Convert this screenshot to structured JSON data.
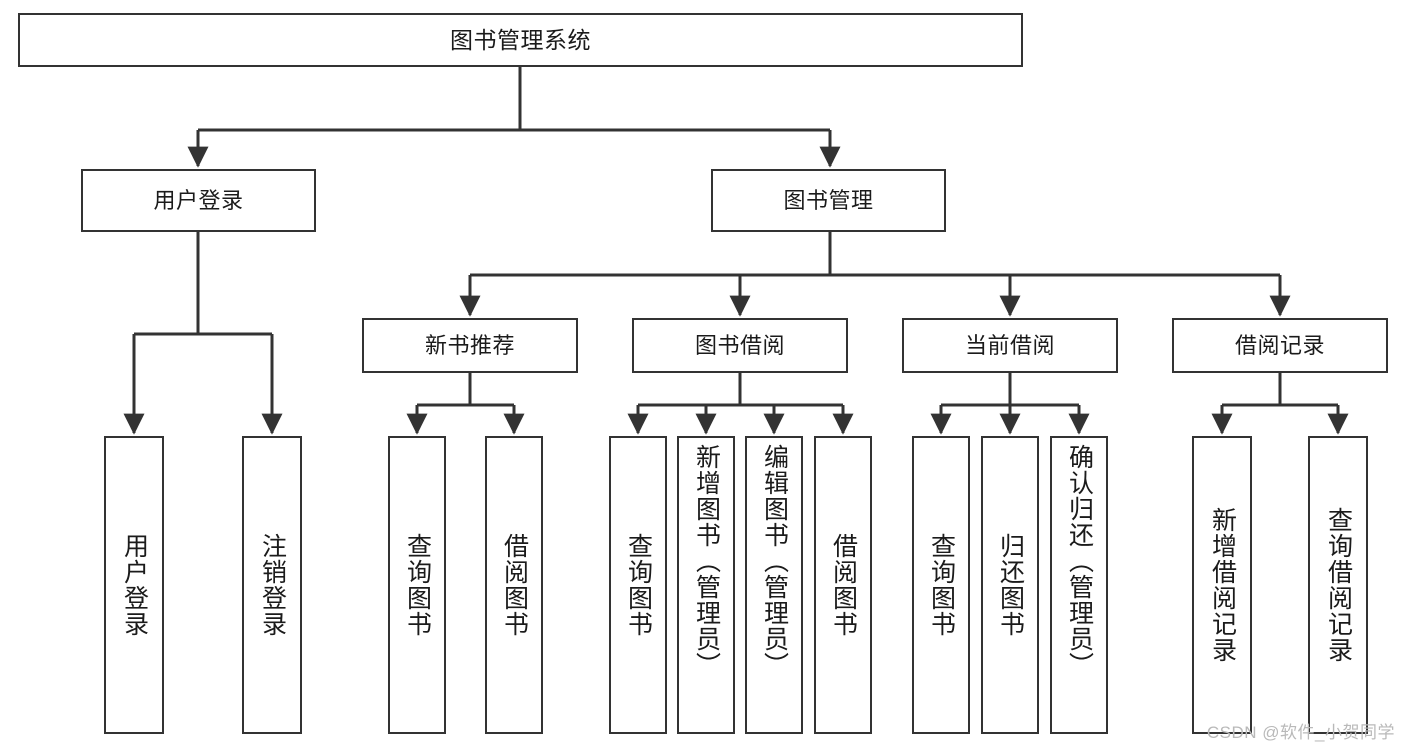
{
  "diagram": {
    "type": "tree-hierarchy-chart",
    "title": "图书管理系统",
    "watermark": "CSDN @软件_小贺同学",
    "colors": {
      "box_border": "#333333",
      "box_fill": "#ffffff",
      "connector": "#333333",
      "text": "#1b1b1b",
      "watermark": "#b9b9b9",
      "background": "#ffffff"
    },
    "levels": [
      {
        "level": 1,
        "orientation": "horizontal"
      },
      {
        "level": 2,
        "orientation": "horizontal"
      },
      {
        "level": 3,
        "orientation": "horizontal"
      },
      {
        "level": 4,
        "orientation": "vertical"
      }
    ],
    "nodes": {
      "root": {
        "label": "图书管理系统",
        "level": 1
      },
      "l2_1": {
        "label": "用户登录",
        "level": 2
      },
      "l2_2": {
        "label": "图书管理",
        "level": 2
      },
      "l3_1": {
        "label": "新书推荐",
        "level": 3
      },
      "l3_2": {
        "label": "图书借阅",
        "level": 3
      },
      "l3_3": {
        "label": "当前借阅",
        "level": 3
      },
      "l3_4": {
        "label": "借阅记录",
        "level": 3
      },
      "leaf_1": {
        "label": "用户登录",
        "level": 4
      },
      "leaf_2": {
        "label": "注销登录",
        "level": 4
      },
      "leaf_3": {
        "label": "查询图书",
        "level": 4
      },
      "leaf_4": {
        "label": "借阅图书",
        "level": 4
      },
      "leaf_5": {
        "label": "查询图书",
        "level": 4
      },
      "leaf_6": {
        "label": "新增图书（管理员）",
        "level": 4
      },
      "leaf_7": {
        "label": "编辑图书（管理员）",
        "level": 4
      },
      "leaf_8": {
        "label": "借阅图书",
        "level": 4
      },
      "leaf_9": {
        "label": "查询图书",
        "level": 4
      },
      "leaf_10": {
        "label": "归还图书",
        "level": 4
      },
      "leaf_11": {
        "label": "确认归还（管理员）",
        "level": 4
      },
      "leaf_12": {
        "label": "新增借阅记录",
        "level": 4
      },
      "leaf_13": {
        "label": "查询借阅记录",
        "level": 4
      }
    },
    "edges": [
      {
        "from": "root",
        "to": "l2_1"
      },
      {
        "from": "root",
        "to": "l2_2"
      },
      {
        "from": "l2_1",
        "to": "leaf_1"
      },
      {
        "from": "l2_1",
        "to": "leaf_2"
      },
      {
        "from": "l2_2",
        "to": "l3_1"
      },
      {
        "from": "l2_2",
        "to": "l3_2"
      },
      {
        "from": "l2_2",
        "to": "l3_3"
      },
      {
        "from": "l2_2",
        "to": "l3_4"
      },
      {
        "from": "l3_1",
        "to": "leaf_3"
      },
      {
        "from": "l3_1",
        "to": "leaf_4"
      },
      {
        "from": "l3_2",
        "to": "leaf_5"
      },
      {
        "from": "l3_2",
        "to": "leaf_6"
      },
      {
        "from": "l3_2",
        "to": "leaf_7"
      },
      {
        "from": "l3_2",
        "to": "leaf_8"
      },
      {
        "from": "l3_3",
        "to": "leaf_9"
      },
      {
        "from": "l3_3",
        "to": "leaf_10"
      },
      {
        "from": "l3_3",
        "to": "leaf_11"
      },
      {
        "from": "l3_4",
        "to": "leaf_12"
      },
      {
        "from": "l3_4",
        "to": "leaf_13"
      }
    ]
  }
}
